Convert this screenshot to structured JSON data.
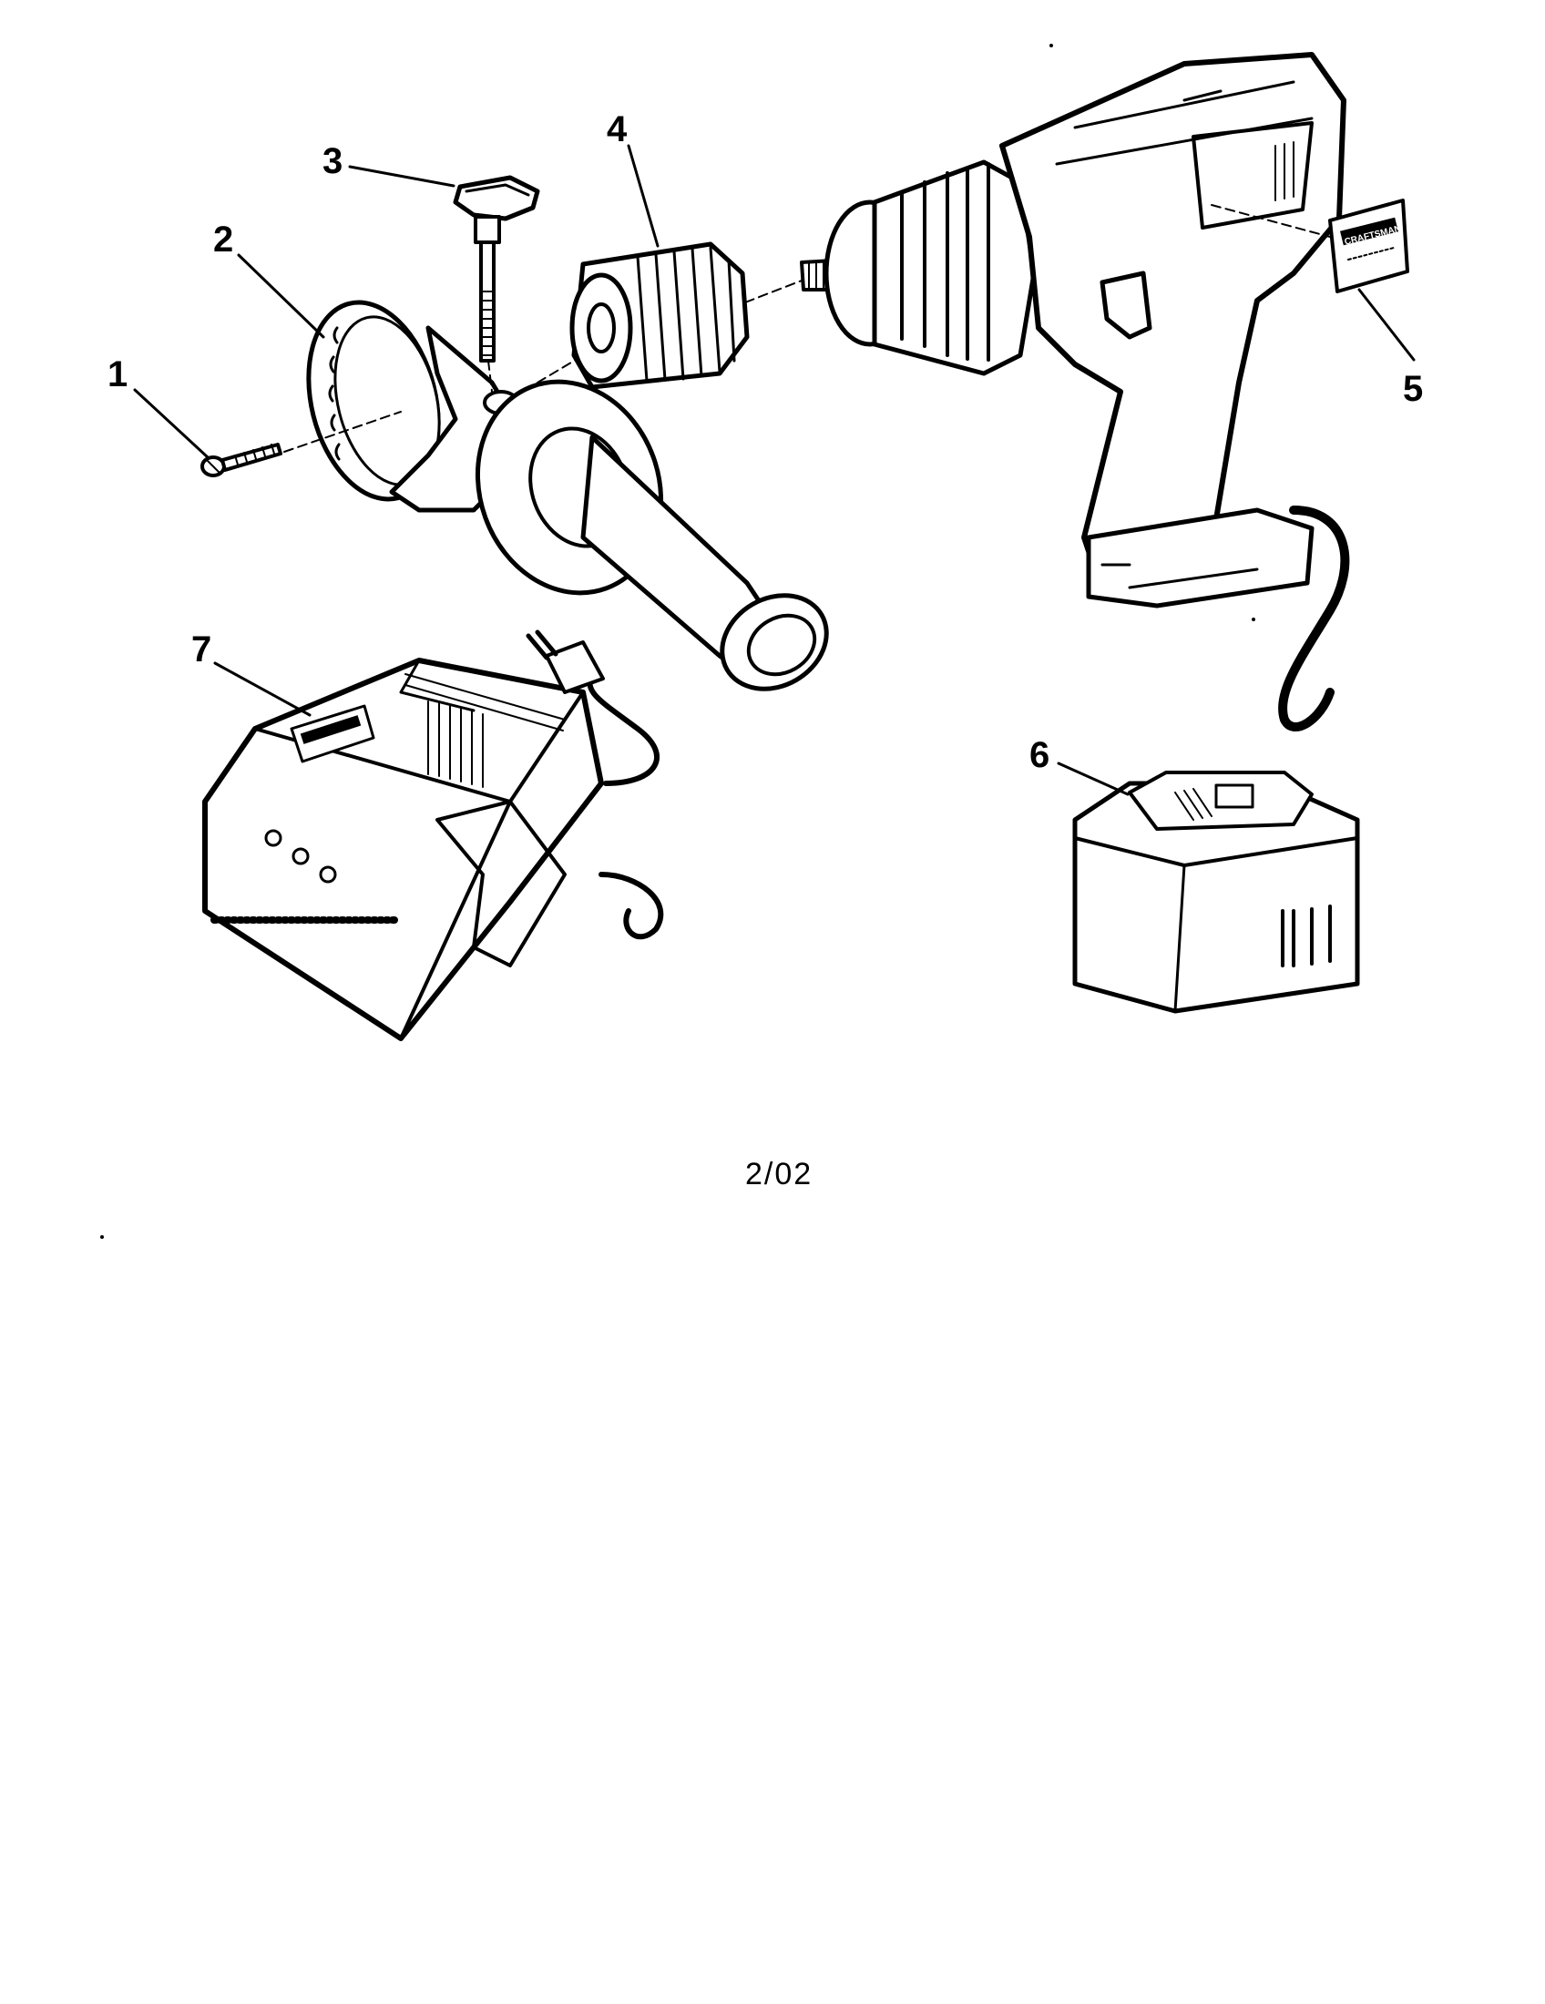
{
  "diagram": {
    "parts": [
      {
        "ref": "1"
      },
      {
        "ref": "2"
      },
      {
        "ref": "3"
      },
      {
        "ref": "4"
      },
      {
        "ref": "5"
      },
      {
        "ref": "6"
      },
      {
        "ref": "7"
      }
    ],
    "footer_code": "2/02",
    "brand_text": "CRAFTSMAN"
  },
  "colors": {
    "ink": "#000000",
    "paper": "#ffffff"
  }
}
